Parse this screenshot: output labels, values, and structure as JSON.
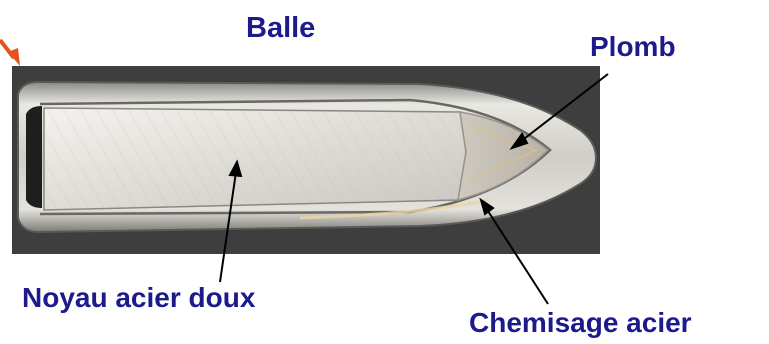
{
  "labels": {
    "title": "Balle",
    "lead": "Plomb",
    "core": "Noyau acier doux",
    "jacket": "Chemisage acier"
  },
  "colors": {
    "label_text": "#1d1a8c",
    "pointer_arrow": "#e2541b",
    "leader_lines": "#000000",
    "background_photo": "#3e3e3e"
  }
}
